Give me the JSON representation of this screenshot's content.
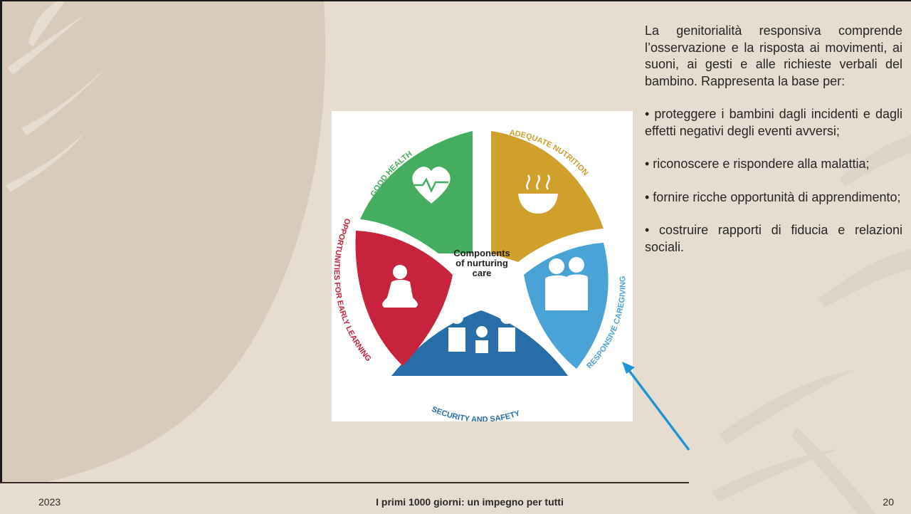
{
  "slide": {
    "intro": "La genitorialità responsiva comprende l’osservazione e la risposta ai movimenti, ai suoni, ai gesti e alle richieste verbali del bambino. Rappresenta la base per:",
    "bullets": [
      "• proteggere i bambini dagli incidenti e dagli effetti negativi degli eventi avversi;",
      "• riconoscere e rispondere alla malattia;",
      "• fornire ricche opportunità di apprendimento;",
      "• costruire rapporti di fiducia e relazioni sociali."
    ]
  },
  "figure": {
    "center_text": [
      "Components",
      "of nurturing",
      "care"
    ],
    "segments": [
      {
        "label": "GOOD HEALTH",
        "color": "#45ad5f",
        "icon": "heart-pulse-icon"
      },
      {
        "label": "ADEQUATE NUTRITION",
        "color": "#d09f2c",
        "icon": "steaming-bowl-icon"
      },
      {
        "label": "RESPONSIVE CAREGIVING",
        "color": "#4aa3d6",
        "icon": "parents-with-baby-icon"
      },
      {
        "label": "SECURITY AND SAFETY",
        "color": "#276ea8",
        "icon": "family-shelter-icon"
      },
      {
        "label": "OPPORTUNITIES FOR EARLY LEARNING",
        "color": "#c8233c",
        "icon": "child-playing-icon"
      }
    ]
  },
  "footer": {
    "year": "2023",
    "title": "I primi 1000 giorni: un impegno per tutti",
    "page": "20"
  },
  "colors": {
    "background": "#e6dccf",
    "text": "#262626",
    "arrow": "#1f96d4"
  }
}
